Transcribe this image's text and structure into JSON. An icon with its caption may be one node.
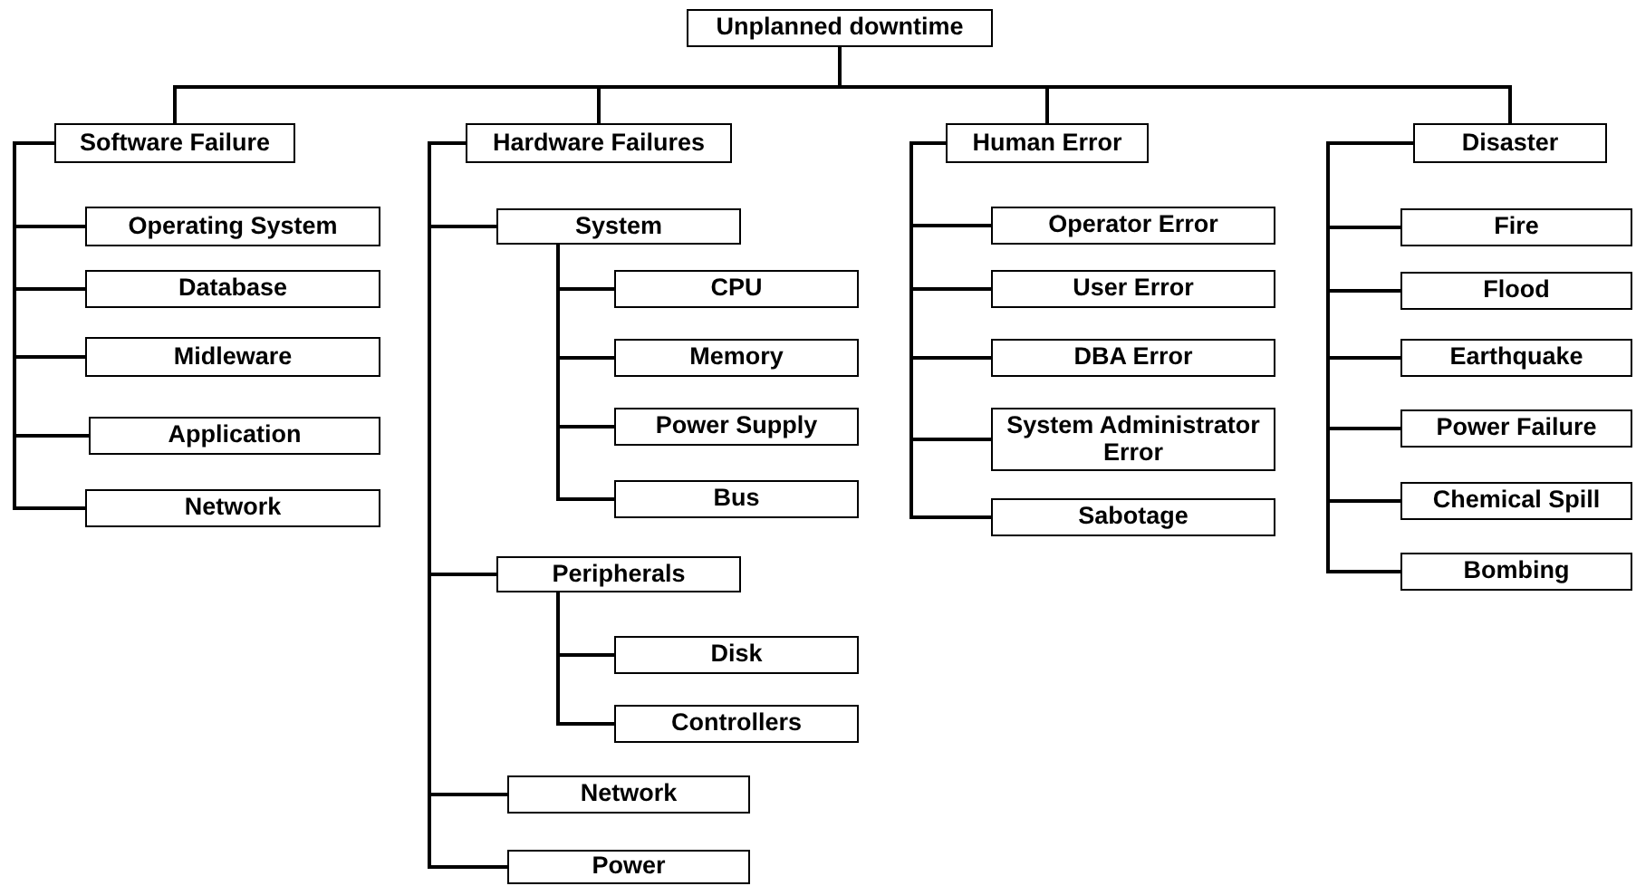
{
  "diagram": {
    "nodes": [
      {
        "text": [
          "Unplanned downtime"
        ]
      },
      {
        "text": [
          "Software Failure"
        ]
      },
      {
        "text": [
          "Operating System"
        ]
      },
      {
        "text": [
          "Database"
        ]
      },
      {
        "text": [
          "Midleware"
        ]
      },
      {
        "text": [
          "Application"
        ]
      },
      {
        "text": [
          "Network"
        ]
      },
      {
        "text": [
          "Hardware Failures"
        ]
      },
      {
        "text": [
          "System"
        ]
      },
      {
        "text": [
          "CPU"
        ]
      },
      {
        "text": [
          "Memory"
        ]
      },
      {
        "text": [
          "Power Supply"
        ]
      },
      {
        "text": [
          "Bus"
        ]
      },
      {
        "text": [
          "Peripherals"
        ]
      },
      {
        "text": [
          "Disk"
        ]
      },
      {
        "text": [
          "Controllers"
        ]
      },
      {
        "text": [
          "Network"
        ]
      },
      {
        "text": [
          "Power"
        ]
      },
      {
        "text": [
          "Human Error"
        ]
      },
      {
        "text": [
          "Operator Error"
        ]
      },
      {
        "text": [
          "User Error"
        ]
      },
      {
        "text": [
          "DBA Error"
        ]
      },
      {
        "text": [
          "System Administrator Error"
        ]
      },
      {
        "text": [
          "Sabotage"
        ]
      },
      {
        "text": [
          "Disaster"
        ]
      },
      {
        "text": [
          "Fire"
        ]
      },
      {
        "text": [
          "Flood"
        ]
      },
      {
        "text": [
          "Earthquake"
        ]
      },
      {
        "text": [
          "Power Failure"
        ]
      },
      {
        "text": [
          "Chemical Spill"
        ]
      },
      {
        "text": [
          "Bombing"
        ]
      }
    ],
    "edges": [
      {
        "from": 0,
        "to": 1,
        "arrow": "none"
      },
      {
        "from": 0,
        "to": 7,
        "arrow": "none"
      },
      {
        "from": 0,
        "to": 18,
        "arrow": "none"
      },
      {
        "from": 0,
        "to": 24,
        "arrow": "none"
      },
      {
        "from": 1,
        "to": 2,
        "arrow": "none"
      },
      {
        "from": 1,
        "to": 3,
        "arrow": "none"
      },
      {
        "from": 1,
        "to": 4,
        "arrow": "none"
      },
      {
        "from": 1,
        "to": 5,
        "arrow": "none"
      },
      {
        "from": 1,
        "to": 6,
        "arrow": "none"
      },
      {
        "from": 7,
        "to": 8,
        "arrow": "none"
      },
      {
        "from": 8,
        "to": 9,
        "arrow": "none"
      },
      {
        "from": 8,
        "to": 10,
        "arrow": "none"
      },
      {
        "from": 8,
        "to": 11,
        "arrow": "none"
      },
      {
        "from": 8,
        "to": 12,
        "arrow": "none"
      },
      {
        "from": 7,
        "to": 13,
        "arrow": "none"
      },
      {
        "from": 13,
        "to": 14,
        "arrow": "none"
      },
      {
        "from": 13,
        "to": 15,
        "arrow": "none"
      },
      {
        "from": 7,
        "to": 16,
        "arrow": "none"
      },
      {
        "from": 7,
        "to": 17,
        "arrow": "none"
      },
      {
        "from": 18,
        "to": 19,
        "arrow": "none"
      },
      {
        "from": 18,
        "to": 20,
        "arrow": "none"
      },
      {
        "from": 18,
        "to": 21,
        "arrow": "none"
      },
      {
        "from": 18,
        "to": 22,
        "arrow": "none"
      },
      {
        "from": 18,
        "to": 23,
        "arrow": "none"
      },
      {
        "from": 24,
        "to": 25,
        "arrow": "none"
      },
      {
        "from": 24,
        "to": 26,
        "arrow": "none"
      },
      {
        "from": 24,
        "to": 27,
        "arrow": "none"
      },
      {
        "from": 24,
        "to": 28,
        "arrow": "none"
      },
      {
        "from": 24,
        "to": 29,
        "arrow": "none"
      },
      {
        "from": 24,
        "to": 30,
        "arrow": "none"
      }
    ]
  }
}
